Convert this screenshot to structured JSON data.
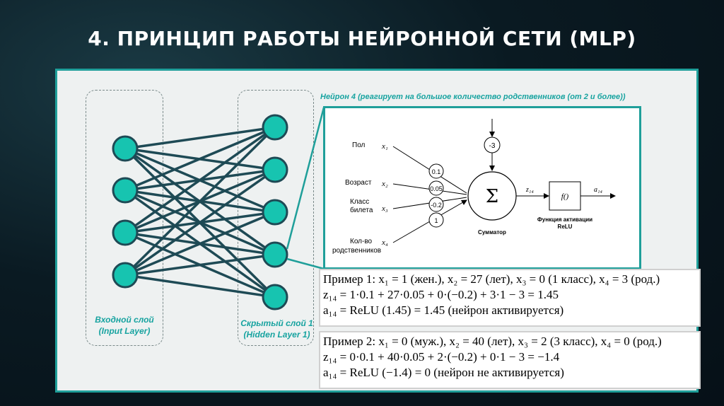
{
  "title": "4. ПРИНЦИП РАБОТЫ НЕЙРОННОЙ СЕТИ (MLP)",
  "network": {
    "input_label_1": "Входной слой",
    "input_label_2": "(Input Layer)",
    "hidden_label_1": "Скрытый слой 1",
    "hidden_label_2": "(Hidden Layer 1)",
    "input_nodes": 4,
    "hidden_nodes": 5,
    "node_color": "#17c4b0",
    "edge_color": "#1e4a55"
  },
  "neuron_title": "Нейрон 4 (реагирует на большое количество родственников (от 2 и более))",
  "diagram": {
    "inputs": [
      {
        "label": "Пол",
        "var": "x₁"
      },
      {
        "label": "Возраст",
        "var": "x₂"
      },
      {
        "label": "Класс",
        "label2": "билета",
        "var": "x₃"
      },
      {
        "label": "Кол-во",
        "label2": "родственников",
        "var": "x₄"
      }
    ],
    "weights": [
      "0.1",
      "0.05",
      "-0.2",
      "1"
    ],
    "bias": "-3",
    "sum_symbol": "Σ",
    "z_label": "z₁₄",
    "f_label": "f()",
    "a_label": "a₁₄",
    "summator_label": "Сумматор",
    "activation_label_1": "Функция активации",
    "activation_label_2": "ReLU"
  },
  "examples": [
    {
      "line1": "Пример 1: x₁ = 1 (жен.), x₂ = 27 (лет), x₃ = 0 (1 класс), x₄ = 3 (род.)",
      "line2": "z₁₄ = 1·0.1 + 27·0.05 + 0·(−0.2) + 3·1 − 3 = 1.45",
      "line3": "a₁₄ = ReLU (1.45) = 1.45 (нейрон активируется)"
    },
    {
      "line1": "Пример 2: x₁ = 0 (муж.), x₂ = 40 (лет), x₃ = 2 (3 класс), x₄ = 0 (род.)",
      "line2": "z₁₄ = 0·0.1 + 40·0.05 + 2·(−0.2) + 0·1 − 3 = −1.4",
      "line3": "a₁₄ = ReLU (−1.4) = 0 (нейрон не активируется)"
    }
  ]
}
